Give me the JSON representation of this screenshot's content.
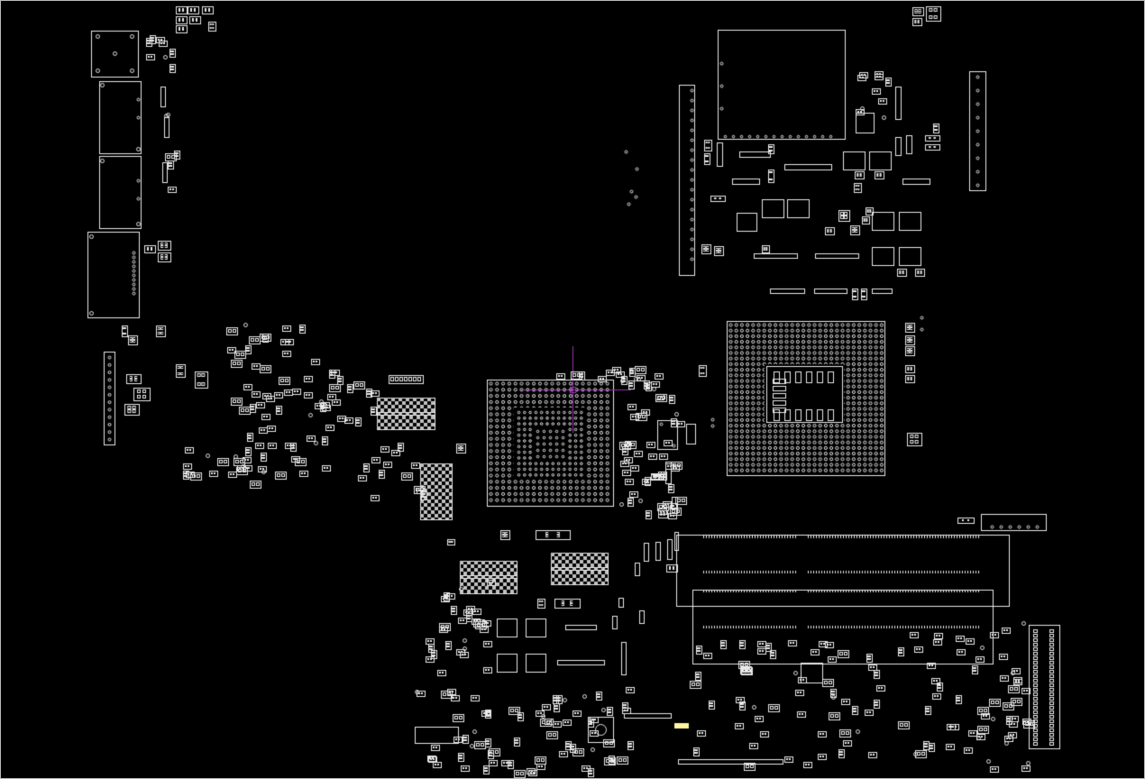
{
  "colors": {
    "background": "#000000",
    "outline": "#e8e8e8",
    "pad": "#d8d8d8",
    "crosshair": "#9a2fae",
    "highlight": "#fff6a0",
    "border": "#bbbbbb"
  },
  "cursor": {
    "style": "crosshair"
  },
  "board": {
    "kind": "pcb-boardview",
    "layer": "component-outlines"
  }
}
